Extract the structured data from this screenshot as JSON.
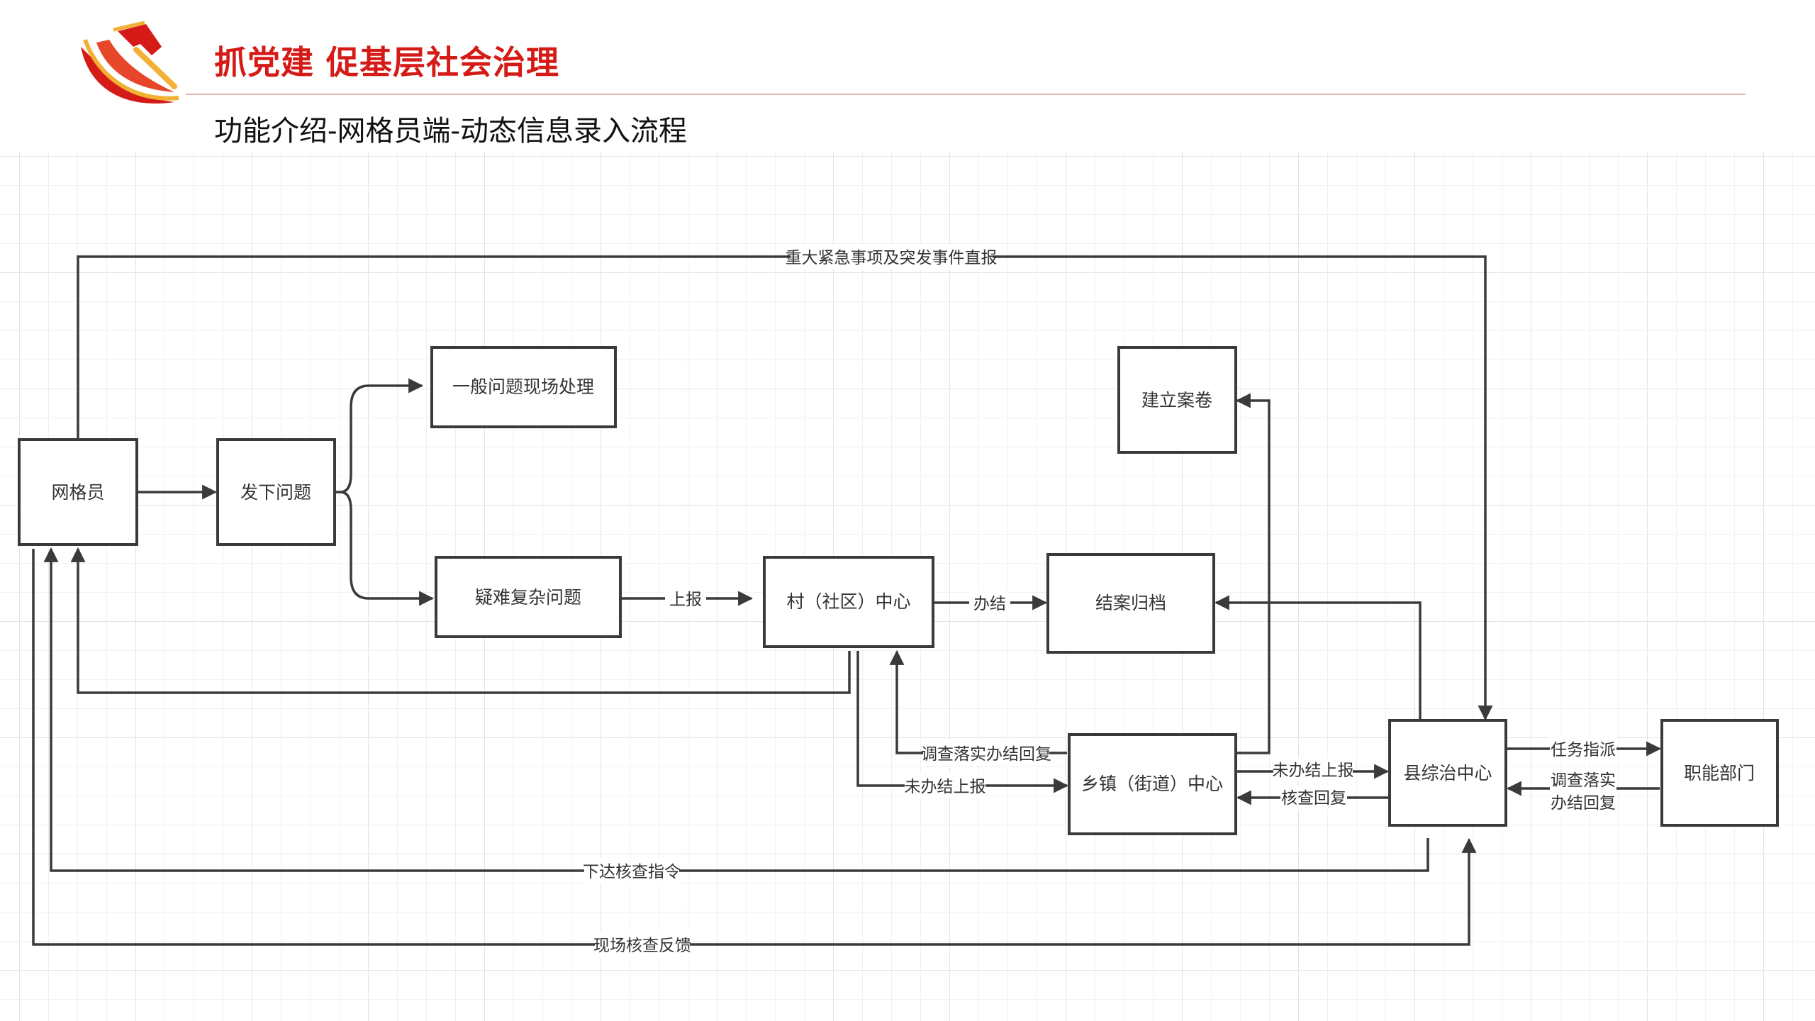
{
  "header": {
    "title": "抓党建 促基层社会治理",
    "subtitle": "功能介绍-网格员端-动态信息录入流程"
  },
  "colors": {
    "brand_red": "#d51b18",
    "logo_gold": "#f2b134",
    "stroke": "#3a3a3a"
  },
  "nodes": {
    "grid_worker": "网格员",
    "find_problem": "发下问题",
    "general_problem": "一般问题现场处理",
    "complex_problem": "疑难复杂问题",
    "village_center": "村（社区）中心",
    "case_archive": "结案归档",
    "build_file": "建立案卷",
    "town_center": "乡镇（街道）中心",
    "county_center": "县综治中心",
    "function_dept": "职能部门"
  },
  "edge_labels": {
    "major_direct": "重大紧急事项及突发事件直报",
    "report_up": "上报",
    "done": "办结",
    "investigate_reply": "调查落实办结回复",
    "unfinished_report_town": "未办结上报",
    "unfinished_report_county": "未办结上报",
    "verify_reply": "核查回复",
    "task_assign": "任务指派",
    "investigate_line1": "调查落实",
    "investigate_line2": "办结回复",
    "verify_instruction": "下达核查指令",
    "onsite_feedback": "现场核查反馈"
  }
}
